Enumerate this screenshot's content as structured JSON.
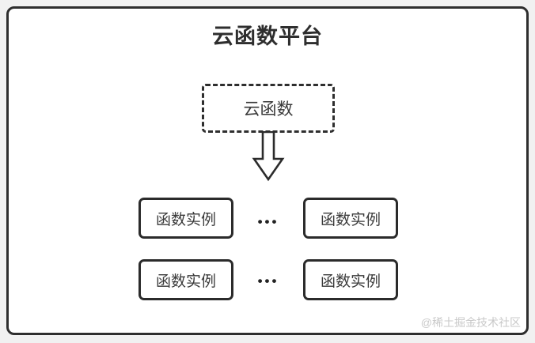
{
  "diagram": {
    "title": "云函数平台",
    "cloud_function": {
      "label": "云函数"
    },
    "separator": "•••",
    "rows": [
      {
        "left": "函数实例",
        "right": "函数实例"
      },
      {
        "left": "函数实例",
        "right": "函数实例"
      }
    ],
    "watermark": "@稀土掘金技术社区",
    "colors": {
      "border": "#2e2e2e",
      "text": "#3a3a3a",
      "card_background": "#ffffff",
      "page_background": "#f1f1f1",
      "watermark": "#c9c9c9"
    }
  }
}
